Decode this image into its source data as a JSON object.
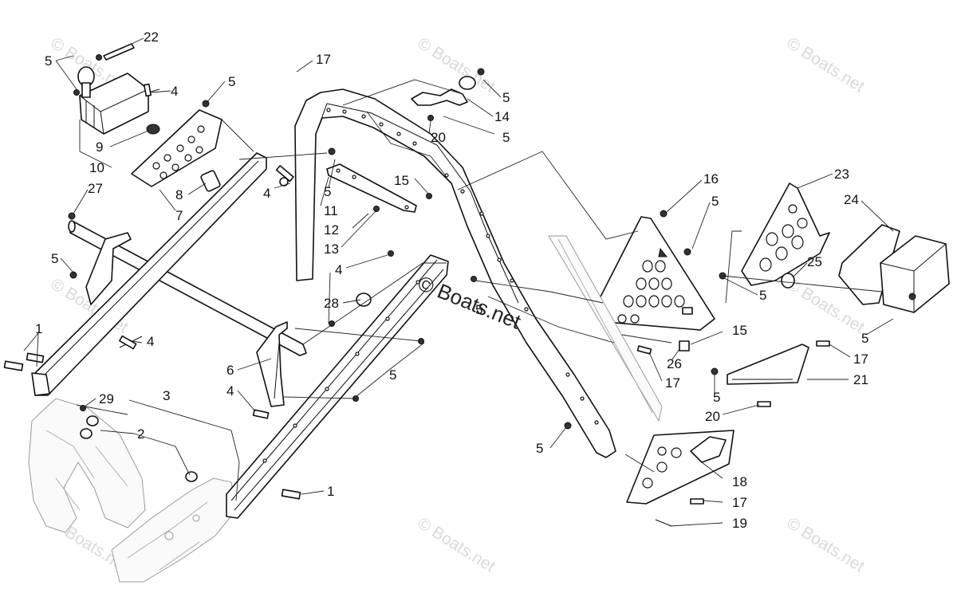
{
  "diagram": {
    "watermark": "© Boats.net",
    "center_watermark": "© Boats.net",
    "callouts": [
      {
        "id": "c22",
        "label": "22"
      },
      {
        "id": "c5a",
        "label": "5"
      },
      {
        "id": "c4a",
        "label": "4"
      },
      {
        "id": "c5b",
        "label": "5"
      },
      {
        "id": "c9",
        "label": "9"
      },
      {
        "id": "c10",
        "label": "10"
      },
      {
        "id": "c8",
        "label": "8"
      },
      {
        "id": "c7",
        "label": "7"
      },
      {
        "id": "c27",
        "label": "27"
      },
      {
        "id": "c5c",
        "label": "5"
      },
      {
        "id": "c1a",
        "label": "1"
      },
      {
        "id": "c4b",
        "label": "4"
      },
      {
        "id": "c29",
        "label": "29"
      },
      {
        "id": "c2",
        "label": "2"
      },
      {
        "id": "c3",
        "label": "3"
      },
      {
        "id": "c6",
        "label": "6"
      },
      {
        "id": "c4c",
        "label": "4"
      },
      {
        "id": "c1b",
        "label": "1"
      },
      {
        "id": "c17a",
        "label": "17"
      },
      {
        "id": "c4d",
        "label": "4"
      },
      {
        "id": "c5d",
        "label": "5"
      },
      {
        "id": "c11",
        "label": "11"
      },
      {
        "id": "c12",
        "label": "12"
      },
      {
        "id": "c13",
        "label": "13"
      },
      {
        "id": "c15a",
        "label": "15"
      },
      {
        "id": "c4e",
        "label": "4"
      },
      {
        "id": "c28",
        "label": "28"
      },
      {
        "id": "c5e",
        "label": "5"
      },
      {
        "id": "c5f",
        "label": "5"
      },
      {
        "id": "c14",
        "label": "14"
      },
      {
        "id": "c20a",
        "label": "20"
      },
      {
        "id": "c5g",
        "label": "5"
      },
      {
        "id": "c5h",
        "label": "5"
      },
      {
        "id": "c16",
        "label": "16"
      },
      {
        "id": "c5i",
        "label": "5"
      },
      {
        "id": "c23",
        "label": "23"
      },
      {
        "id": "c24",
        "label": "24"
      },
      {
        "id": "c25",
        "label": "25"
      },
      {
        "id": "c5j",
        "label": "5"
      },
      {
        "id": "c5k",
        "label": "5"
      },
      {
        "id": "c15b",
        "label": "15"
      },
      {
        "id": "c26",
        "label": "26"
      },
      {
        "id": "c17b",
        "label": "17"
      },
      {
        "id": "c17c",
        "label": "17"
      },
      {
        "id": "c21",
        "label": "21"
      },
      {
        "id": "c5l",
        "label": "5"
      },
      {
        "id": "c20b",
        "label": "20"
      },
      {
        "id": "c5m",
        "label": "5"
      },
      {
        "id": "c18",
        "label": "18"
      },
      {
        "id": "c17d",
        "label": "17"
      },
      {
        "id": "c19",
        "label": "19"
      }
    ]
  }
}
